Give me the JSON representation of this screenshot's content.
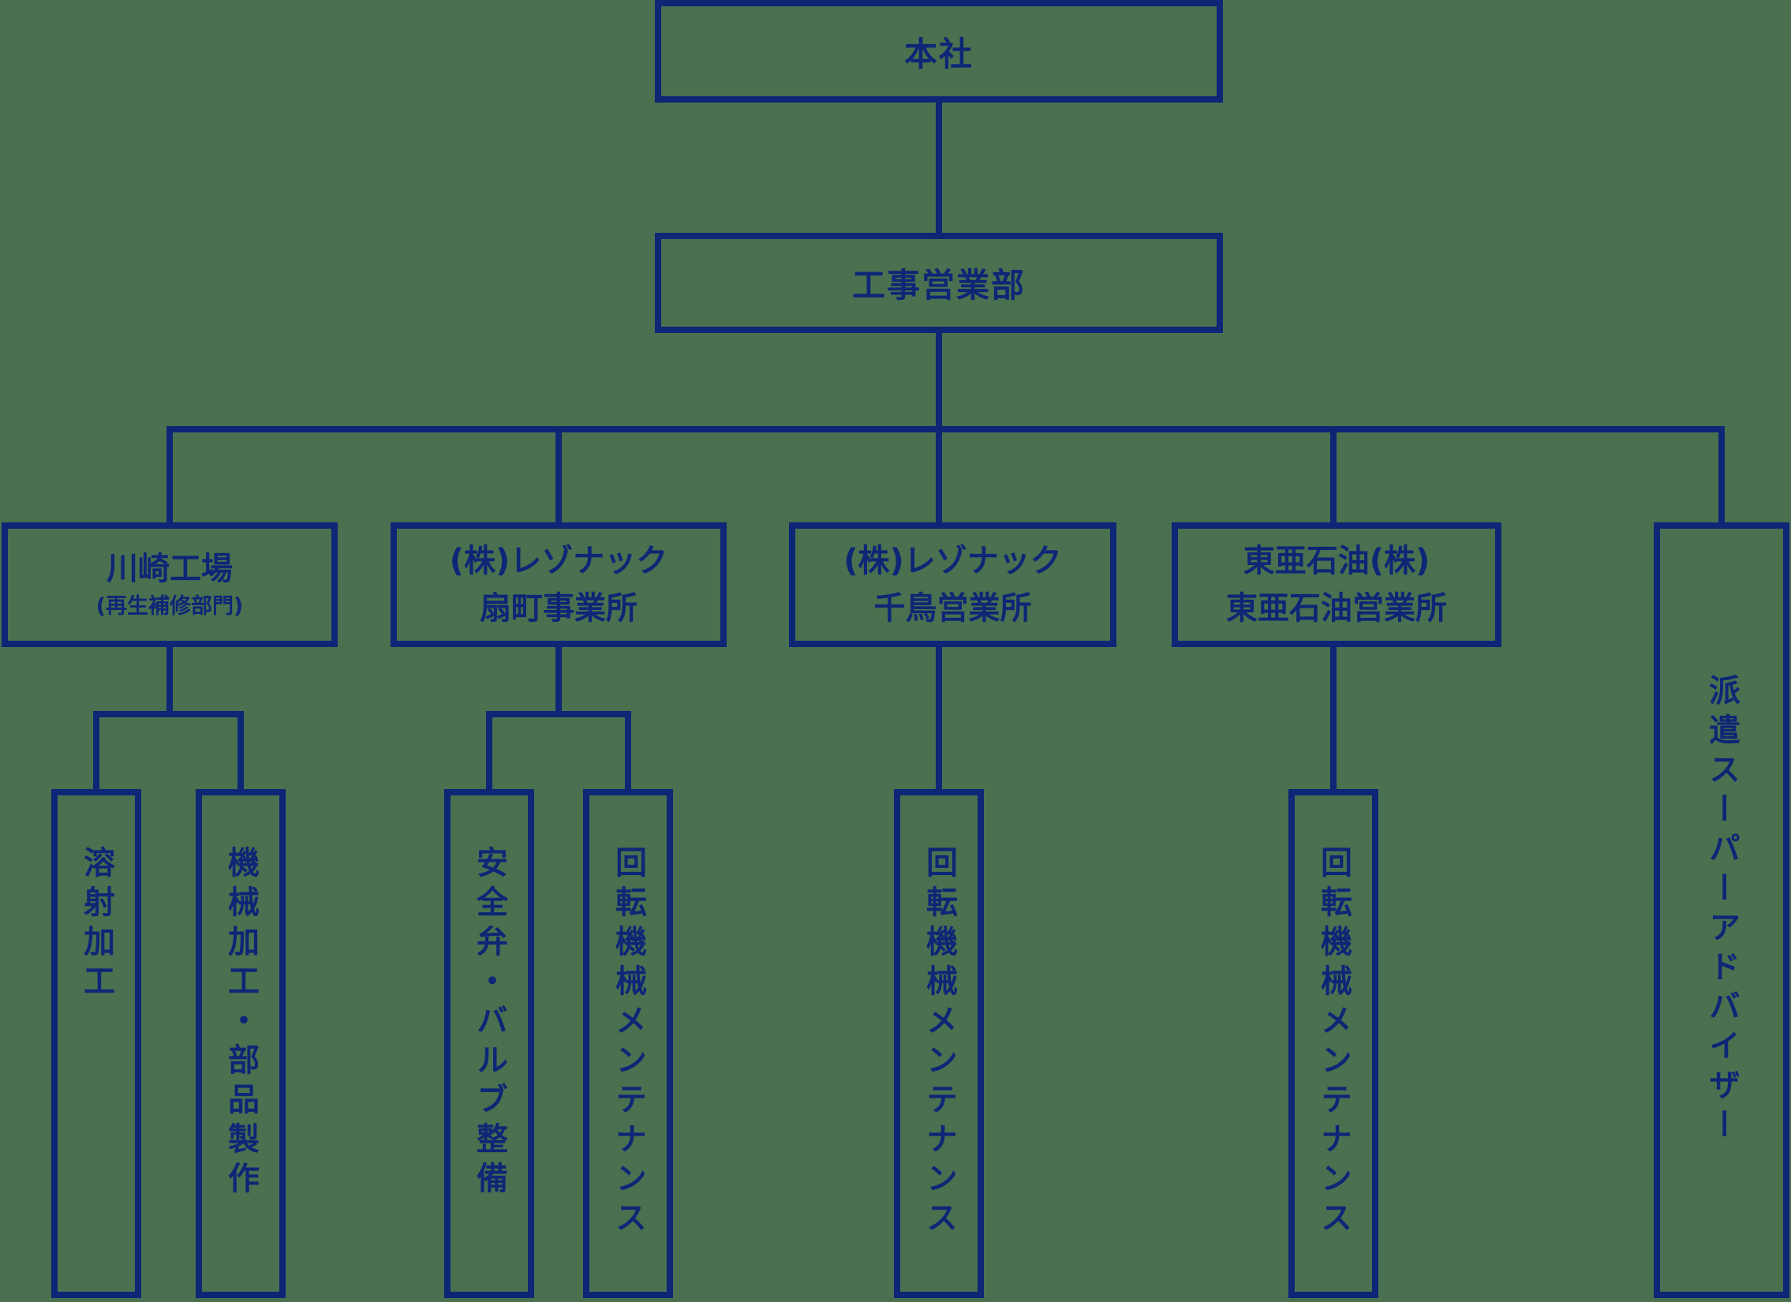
{
  "colors": {
    "background": "#4a7050",
    "line": "#0d2676",
    "text": "#0d2676"
  },
  "org": {
    "head_office": {
      "label": "本社"
    },
    "department": {
      "label": "工事営業部"
    },
    "branches": [
      {
        "line1": "川崎工場",
        "line2": "(再生補修部門)",
        "children": [
          "溶射加工",
          "機械加工・部品製作"
        ]
      },
      {
        "line1": "(株)レゾナック",
        "line2": "扇町事業所",
        "children": [
          "安全弁・バルブ整備",
          "回転機械メンテナンス"
        ]
      },
      {
        "line1": "(株)レゾナック",
        "line2": "千鳥営業所",
        "children": [
          "回転機械メンテナンス"
        ]
      },
      {
        "line1": "東亜石油(株)",
        "line2": "東亜石油営業所",
        "children": [
          "回転機械メンテナンス"
        ]
      },
      {
        "line1": "派遣スーパーアドバイザー",
        "line2": "",
        "children": []
      }
    ]
  }
}
